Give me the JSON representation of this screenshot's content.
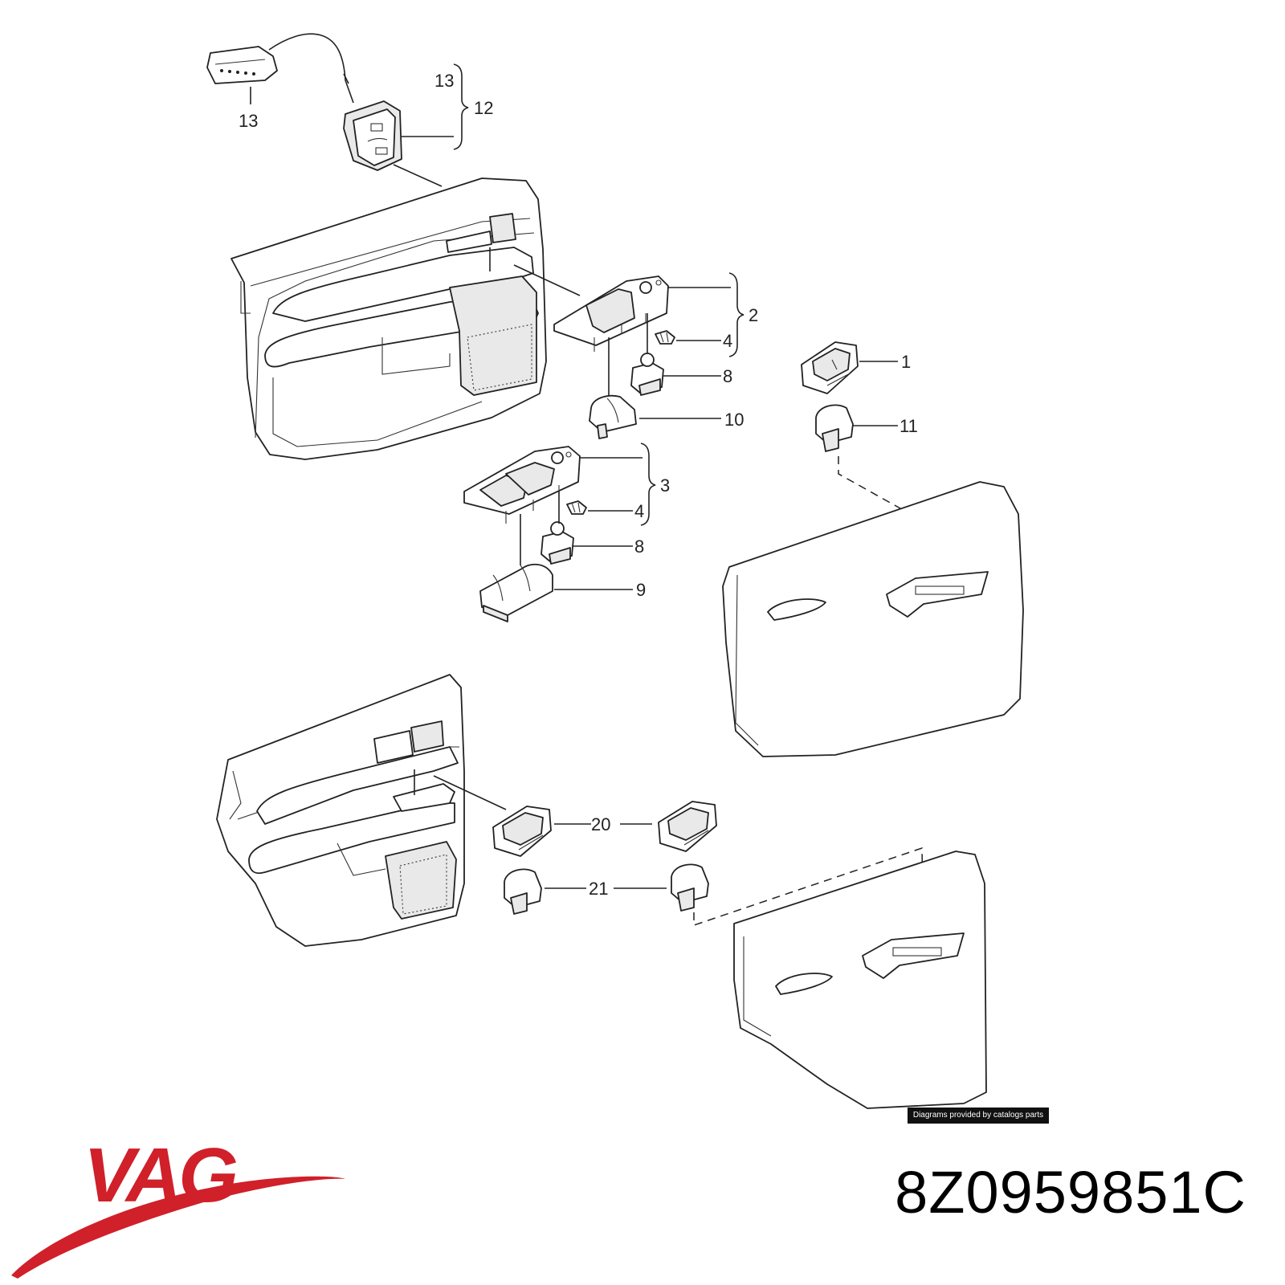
{
  "diagram": {
    "callouts": [
      {
        "id": "c13a",
        "label": "13"
      },
      {
        "id": "c13b",
        "label": "13"
      },
      {
        "id": "c12",
        "label": "12"
      },
      {
        "id": "c2",
        "label": "2"
      },
      {
        "id": "c4a",
        "label": "4"
      },
      {
        "id": "c8a",
        "label": "8"
      },
      {
        "id": "c10",
        "label": "10"
      },
      {
        "id": "c1",
        "label": "1"
      },
      {
        "id": "c11",
        "label": "11"
      },
      {
        "id": "c3",
        "label": "3"
      },
      {
        "id": "c4b",
        "label": "4"
      },
      {
        "id": "c8b",
        "label": "8"
      },
      {
        "id": "c9",
        "label": "9"
      },
      {
        "id": "c20",
        "label": "20"
      },
      {
        "id": "c21",
        "label": "21"
      }
    ]
  },
  "credit": "Diagrams provided by catalogs parts",
  "brand": {
    "name": "VAG",
    "color": "#d0202a"
  },
  "part_number": "8Z0959851C"
}
